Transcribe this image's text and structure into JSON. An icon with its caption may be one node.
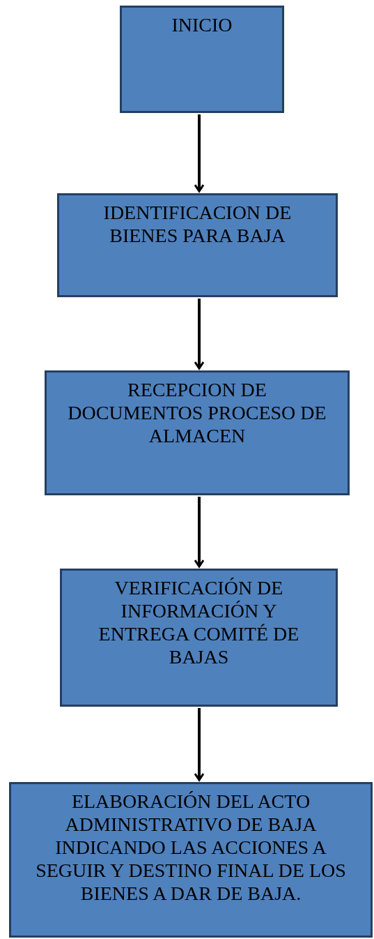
{
  "diagram": {
    "nodes": [
      {
        "text": [
          "INICIO"
        ]
      },
      {
        "text": [
          "IDENTIFICACION DE BIENES PARA BAJA"
        ]
      },
      {
        "text": [
          "RECEPCION DE DOCUMENTOS PROCESO DE ALMACEN"
        ]
      },
      {
        "text": [
          "VERIFICACIÓN DE INFORMACIÓN Y ENTREGA COMITÉ DE BAJAS"
        ]
      },
      {
        "text": [
          "ELABORACIÓN DEL ACTO ADMINISTRATIVO DE BAJA INDICANDO LAS ACCIONES A SEGUIR Y DESTINO FINAL DE LOS BIENES A DAR DE BAJA."
        ]
      }
    ],
    "edges": [
      {
        "from": 0,
        "to": 1,
        "arrow": "to"
      },
      {
        "from": 1,
        "to": 2,
        "arrow": "to"
      },
      {
        "from": 2,
        "to": 3,
        "arrow": "to"
      },
      {
        "from": 3,
        "to": 4,
        "arrow": "to"
      }
    ]
  }
}
